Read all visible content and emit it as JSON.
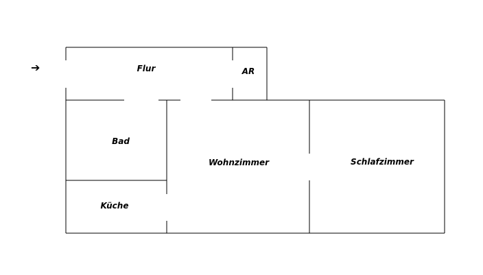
{
  "entrance": {
    "icon": "arrow-right-icon",
    "glyph": "➔"
  },
  "rooms": {
    "flur": "Flur",
    "ar": "AR",
    "bad": "Bad",
    "kueche": "Küche",
    "wohnzimmer": "Wohnzimmer",
    "schlafzimmer": "Schlafzimmer"
  },
  "colors": {
    "wall": "#000000",
    "background": "#ffffff"
  }
}
